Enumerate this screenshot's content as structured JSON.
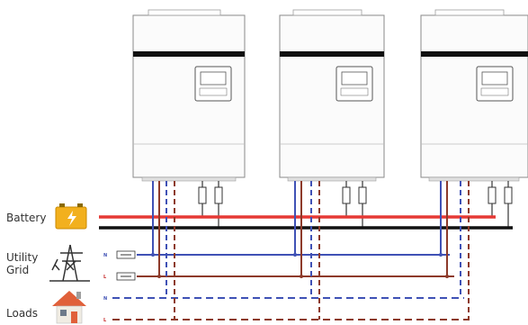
{
  "labels": {
    "battery": "Battery",
    "utility_line1": "Utility",
    "utility_line2": "Grid",
    "loads": "Loads",
    "utility_n": "N",
    "utility_l": "L",
    "loads_n": "N",
    "loads_l": "L"
  },
  "inverter_count": 3,
  "colors": {
    "battery_positive": "#e53935",
    "battery_negative": "#111111",
    "utility_n": "#3f51b5",
    "utility_l": "#8d3a2a",
    "loads_n": "#3f51b5",
    "loads_l": "#8d3a2a",
    "battery_icon": "#f2b01e",
    "house_roof": "#e0603a",
    "unit_body": "#fbfbfb",
    "unit_stripe": "#111111"
  },
  "icons": {
    "battery": "battery-icon",
    "utility": "pylon-icon",
    "loads": "house-icon"
  }
}
